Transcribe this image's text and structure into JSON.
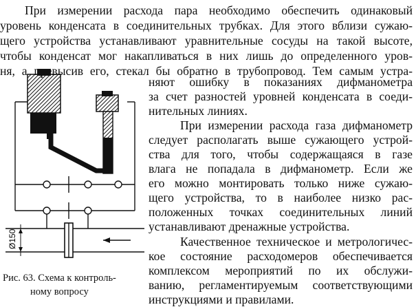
{
  "header_cut": "~~~~~~~~~~~~~~~~~~~~",
  "lines_full": [
    "При измерении расхода пара необходимо обеспечить одинаковый",
    "уровень конденсата в соединительных трубках. Для этого вблизи сужаю-",
    "щего устройства устанавливают уравнительные сосуды на такой высоте,",
    "чтобы конденсат мог накапливаться в них лишь до определенного уров-",
    "ня, а превысив его, стекал бы обратно в трубопровод. Тем самым устра-"
  ],
  "lines_right": [
    "няют ошибку в показаниях дифманометра",
    "за счет разностей уровней конденсата в соеди-",
    "нительных линиях.",
    "При измерении расхода газа дифманометр",
    "следует располагать выше сужающего устрой-",
    "ства для того, чтобы содержащаяся в газе",
    "влага не попадала в дифманометр. Если же",
    "его можно монтировать только ниже сужаю-",
    "щего устройства, то в наиболее низко рас-",
    "положенных точках соединительных линий",
    "устанавливают дренажные устройства.",
    "Качественное техническое и метрологичес-",
    "кое состояние расходомеров обеспечивается",
    "комплексом мероприятий по их обслужи-",
    "ванию, регламентируемым соответствующими",
    "инструкциями и правилами."
  ],
  "figure": {
    "dimension_label": "Ø150",
    "caption_line1": "Рис. 63. Схема к контроль-",
    "caption_line2": "ному вопросу"
  }
}
